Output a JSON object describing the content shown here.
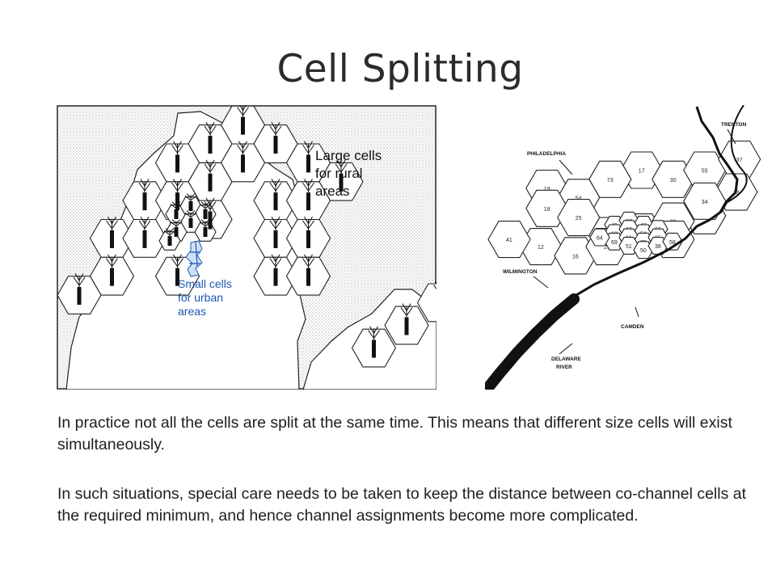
{
  "title": "Cell Splitting",
  "left_figure": {
    "label_large": [
      "Large cells",
      "for rural",
      "areas"
    ],
    "label_small": [
      "Small cells",
      "for urban",
      "areas"
    ]
  },
  "right_figure": {
    "places": {
      "trenton": "TRENTON",
      "philadelphia": "PHILADELPHIA",
      "wilmington": "WILMINGTON",
      "camden": "CAMDEN",
      "river": [
        "DELAWARE",
        "RIVER"
      ]
    },
    "cell_numbers": {
      "large": [
        "17",
        "73",
        "30",
        "55",
        "37",
        "19",
        "54",
        "13",
        "18",
        "15",
        "25",
        "31",
        "12",
        "16",
        "23",
        "29",
        "34",
        "41",
        "21",
        "35"
      ],
      "small": [
        "49",
        "37",
        "48",
        "63",
        "62",
        "52",
        "66",
        "69",
        "61",
        "70",
        "65",
        "64",
        "51",
        "50",
        "38",
        "58"
      ]
    }
  },
  "paragraphs": [
    "In practice not all the cells are split at the same time. This means that different size cells will exist simultaneously.",
    "In such situations, special care needs to be taken to keep the distance between co-channel cells at the required minimum, and hence channel assignments become more complicated."
  ]
}
